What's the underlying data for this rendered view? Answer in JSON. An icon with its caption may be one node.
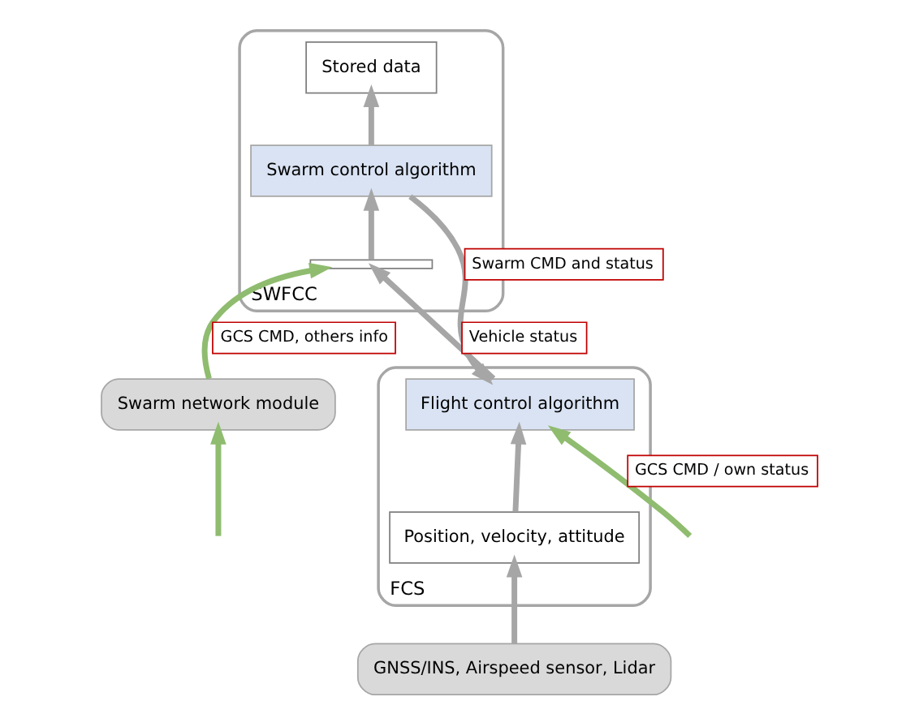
{
  "diagram": {
    "nodes": [
      {
        "text": [
          "SWFCC"
        ]
      },
      {
        "text": [
          "Swarm control algorithm"
        ],
        "in": 0
      },
      {
        "text": [
          "Stored data"
        ],
        "in": 0
      },
      {
        "text": [],
        "shape": "bar",
        "in": 0
      },
      {
        "text": [
          "Swarm network module"
        ]
      },
      {
        "text": [
          "FCS"
        ]
      },
      {
        "text": [
          "Flight control algorithm"
        ],
        "in": 5
      },
      {
        "text": [
          "Position, velocity, attitude"
        ],
        "in": 5
      },
      {
        "text": [
          "GNSS/INS, Airspeed sensor, Lidar"
        ]
      }
    ],
    "edges": [
      {
        "from": 3,
        "to": 1,
        "arrow": "to"
      },
      {
        "from": 1,
        "to": 2,
        "arrow": "to"
      },
      {
        "from": 1,
        "to": 6,
        "arrow": "to",
        "label": "Swarm CMD and status"
      },
      {
        "from": 6,
        "to": 3,
        "arrow": "to",
        "label": "Vehicle status"
      },
      {
        "from": 4,
        "to": 3,
        "arrow": "to",
        "label": "GCS CMD, others info",
        "color": "#8fbc6f"
      },
      {
        "from": null,
        "to": 6,
        "arrow": "to",
        "label": "GCS CMD / own status",
        "color": "#8fbc6f"
      },
      {
        "from": null,
        "to": 4,
        "arrow": "to",
        "color": "#8fbc6f"
      },
      {
        "from": 7,
        "to": 6,
        "arrow": "to"
      },
      {
        "from": 8,
        "to": 7,
        "arrow": "to"
      }
    ]
  }
}
